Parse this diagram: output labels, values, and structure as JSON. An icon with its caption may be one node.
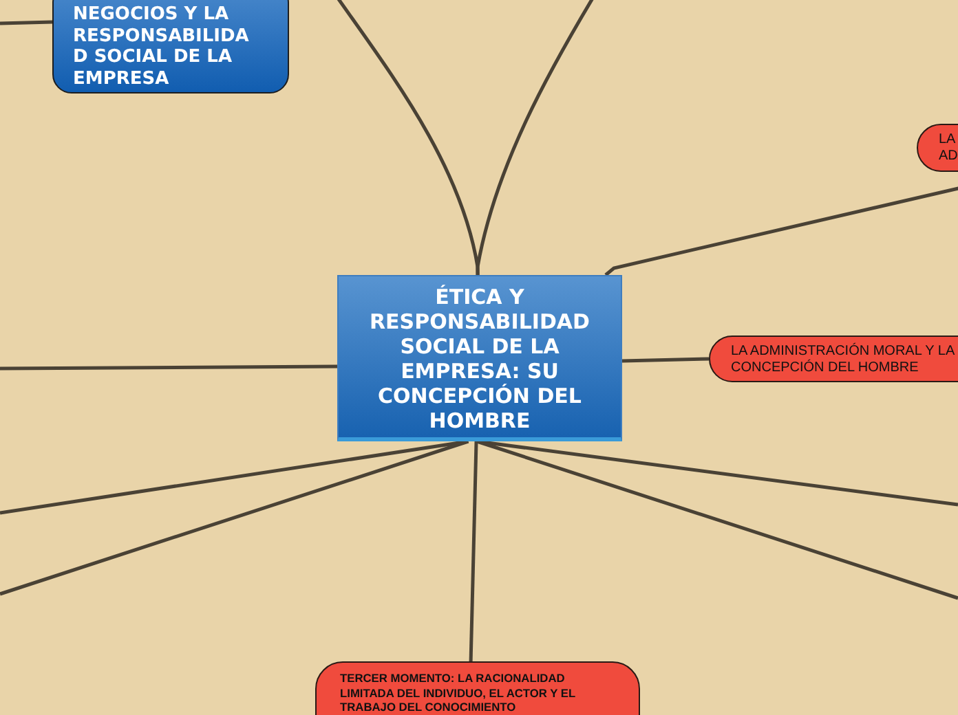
{
  "diagram": {
    "nodes": [
      {
        "text": [
          "NEGOCIOS Y LA RESPONSABILIDAD SOCIAL DE LA EMPRESA"
        ]
      },
      {
        "text": [
          "LA AD"
        ]
      },
      {
        "text": [
          "ÉTICA Y RESPONSABILIDAD SOCIAL DE LA EMPRESA: SU CONCEPCIÓN DEL HOMBRE"
        ]
      },
      {
        "text": [
          "LA ADMINISTRACIÓN MORAL Y LA CONCEPCIÓN DEL HOMBRE"
        ]
      },
      {
        "text": [
          "TERCER MOMENTO: LA RACIONALIDAD LIMITADA DEL INDIVIDUO, EL ACTOR Y EL TRABAJO DEL CONOCIMIENTO"
        ]
      }
    ],
    "edges": [
      {
        "from": null,
        "to": 0,
        "arrow": "none"
      },
      {
        "from": 2,
        "to": null,
        "arrow": "none"
      },
      {
        "from": 2,
        "to": null,
        "arrow": "none"
      },
      {
        "from": 2,
        "to": 1,
        "arrow": "none"
      },
      {
        "from": 2,
        "to": 3,
        "arrow": "none"
      },
      {
        "from": 2,
        "to": null,
        "arrow": "none"
      },
      {
        "from": 2,
        "to": null,
        "arrow": "none"
      },
      {
        "from": 2,
        "to": null,
        "arrow": "none"
      },
      {
        "from": 2,
        "to": null,
        "arrow": "none"
      },
      {
        "from": 2,
        "to": null,
        "arrow": "none"
      },
      {
        "from": 2,
        "to": 4,
        "arrow": "none"
      }
    ]
  }
}
